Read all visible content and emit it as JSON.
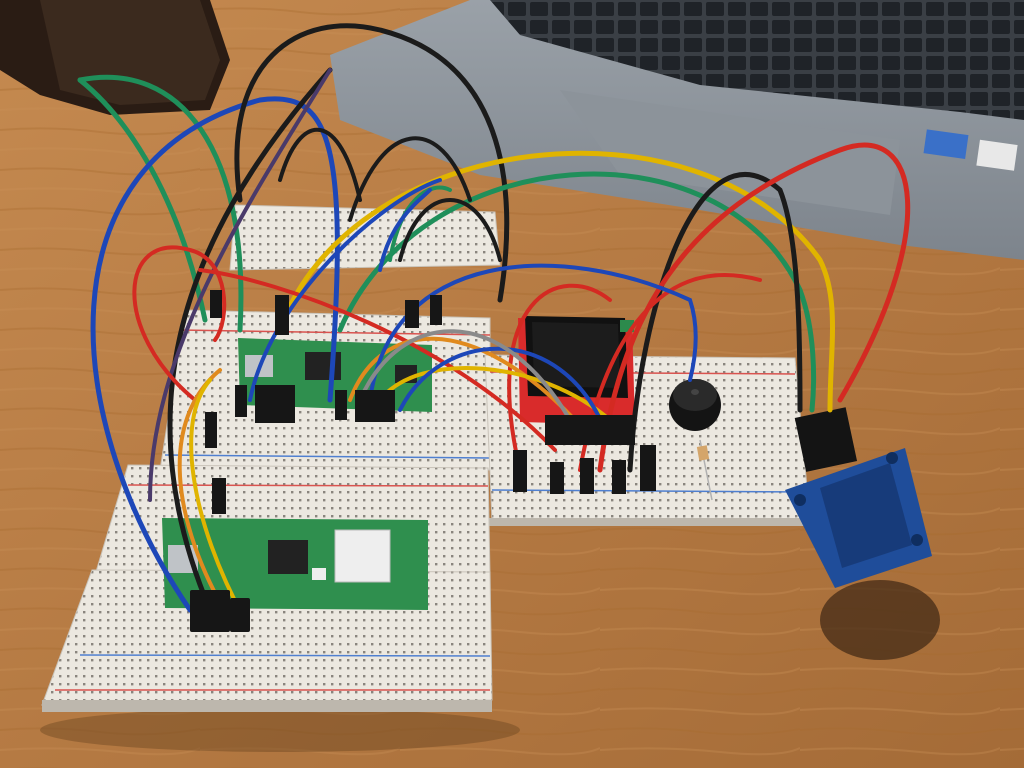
{
  "photo": {
    "subject": "breadboard-circuit-with-jumper-wires"
  },
  "palette": {
    "desk": "#b57a43",
    "desk_dark": "#93592c",
    "desk_light": "#cf955a",
    "laptop_body": "#8f969e",
    "laptop_keys": "#1f2328",
    "breadboard": "#ece8e0",
    "breadboard_shadow": "#bdb7ad",
    "rail_red": "#d9534f",
    "rail_blue": "#4f7fd0",
    "pcb_green": "#2f8f4e",
    "pcb_blue": "#1f4d9a",
    "display_red": "#d92b2b",
    "buzzer_black": "#141414"
  },
  "wires": [
    {
      "id": "wire-green-1",
      "color": "#1f8f5a"
    },
    {
      "id": "wire-blue-1",
      "color": "#1d47b8"
    },
    {
      "id": "wire-black-1",
      "color": "#1b1b1b"
    },
    {
      "id": "wire-purple-1",
      "color": "#4a3a6a"
    },
    {
      "id": "wire-yellow-1",
      "color": "#e0b400"
    },
    {
      "id": "wire-red-1",
      "color": "#d42a22"
    },
    {
      "id": "wire-orange-1",
      "color": "#e08a1e"
    },
    {
      "id": "wire-gray-1",
      "color": "#8a8a8a"
    }
  ],
  "components": [
    {
      "id": "left-breadboard",
      "kind": "breadboard"
    },
    {
      "id": "right-breadboard",
      "kind": "breadboard"
    },
    {
      "id": "top-breadboard",
      "kind": "breadboard"
    },
    {
      "id": "pico-board-top",
      "kind": "microcontroller"
    },
    {
      "id": "pico-board-bottom",
      "kind": "microcontroller"
    },
    {
      "id": "tft-display",
      "kind": "display"
    },
    {
      "id": "buzzer",
      "kind": "buzzer"
    },
    {
      "id": "keypad-module",
      "kind": "module"
    },
    {
      "id": "laptop",
      "kind": "laptop"
    }
  ]
}
